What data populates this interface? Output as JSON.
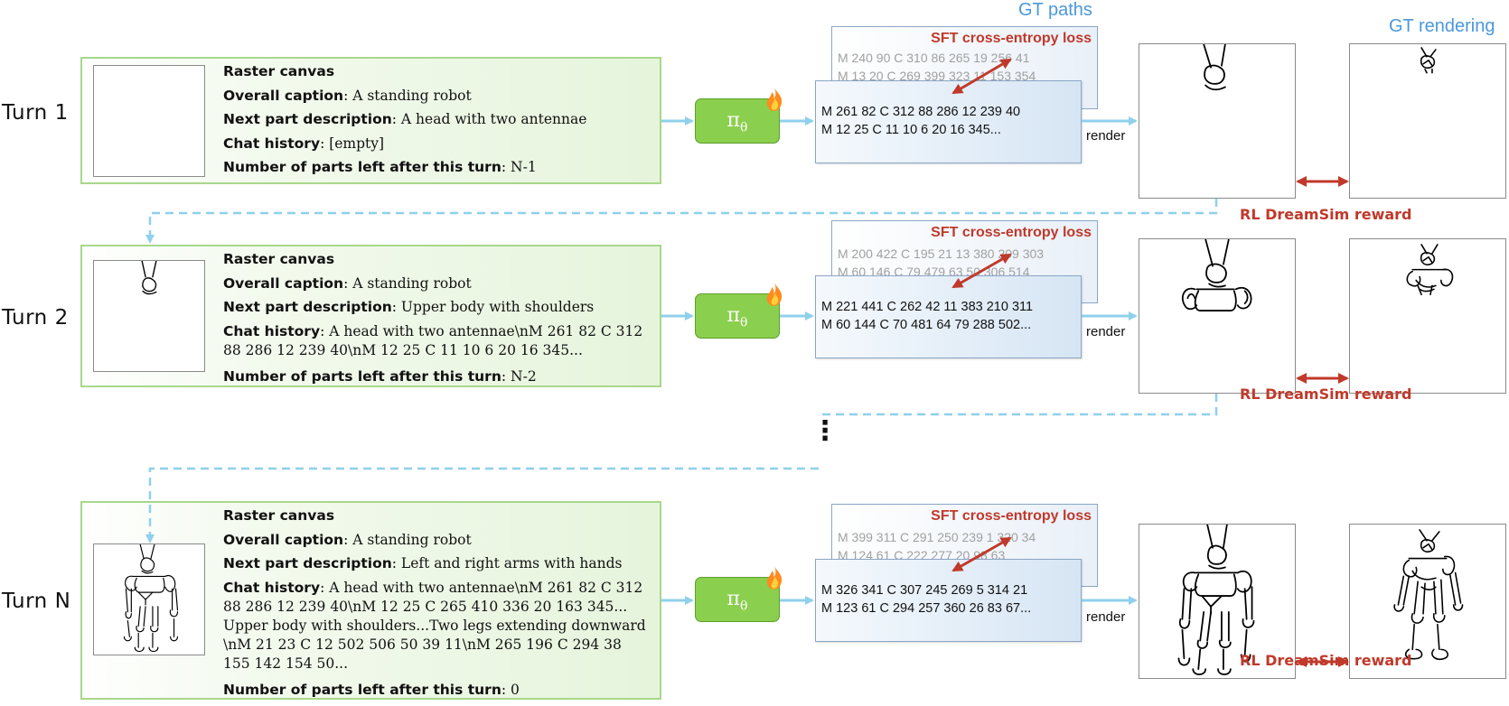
{
  "headers": {
    "gt_paths": "GT paths",
    "gt_rendering": "GT rendering"
  },
  "field_labels": {
    "raster": "Raster canvas",
    "caption": "Overall caption",
    "next_part": "Next part description",
    "history": "Chat history",
    "parts_left": "Number of parts left after this turn"
  },
  "policy": {
    "symbol": "π",
    "subscript": "θ"
  },
  "render_label": "render",
  "sft_loss_label": "SFT cross-entropy loss",
  "reward_label": "RL DreamSim reward",
  "ellipsis": "⋮",
  "turns": [
    {
      "label": "Turn 1",
      "caption": ": A standing robot",
      "next_part": ": A head with two antennae",
      "history": ": [empty]",
      "parts_left": ": N-1",
      "gt_lines": [
        "M 240 90 C 310 86 265 19 256 41",
        "M 13 20 C 269 399 323 11 153 354"
      ],
      "pred_lines": [
        "M 261 82 C 312 88 286 12 239 40",
        "M 12 25 C 11 10 6 20 16 345..."
      ]
    },
    {
      "label": "Turn 2",
      "caption": ": A standing robot",
      "next_part": ": Upper body with shoulders",
      "history": ": A head with two antennae\\nM 261 82 C 312 88 286 12 239 40\\nM 12 25 C 11 10 6 20 16 345...",
      "parts_left": ": N-2",
      "gt_lines": [
        "M 200 422 C 195 21 13 380 209 303",
        "M 60 146 C 79 479 63 50 306 514"
      ],
      "pred_lines": [
        "M 221 441 C 262 42 11 383 210 311",
        "M 60 144 C 70 481 64 79 288 502..."
      ]
    },
    {
      "label": "Turn N",
      "caption": ": A standing robot",
      "next_part": ": Left and right arms with hands",
      "history": ": A head with two antennae\\nM 261 82 C 312 88 286 12 239 40\\nM 12 25 C 265 410 336 20 163 345... Upper body with shoulders...Two legs extending downward \\nM 21 23 C 12 502 506 50 39 11\\nM 265 196 C 294 38 155 142 154 50...",
      "parts_left": ": 0",
      "gt_lines": [
        "M 399 311 C 291 250 239 1 320 34",
        "M 124 61 C 222 277 20 98 63"
      ],
      "pred_lines": [
        "M 326 341 C 307 245 269 5 314 21",
        "M 123 61 C 294 257 360 26 83 67..."
      ]
    }
  ],
  "colors": {
    "accent_blue": "#4a98dc",
    "arrow_blue": "#8fd0ec",
    "loss_red": "#c0392b",
    "policy_green": "#8bcf4e",
    "input_border": "#a8d88a"
  }
}
